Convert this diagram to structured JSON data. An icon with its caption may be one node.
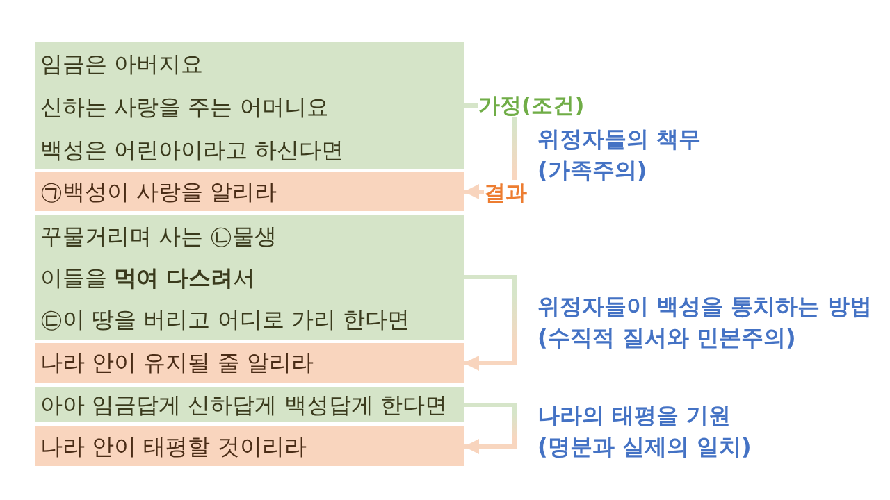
{
  "diagram": {
    "nodes": [
      {
        "text": [
          "임금은 아버지요",
          "신하는 사랑을 주는 어머니요",
          "백성은 어린아이라고 하신다면"
        ]
      },
      {
        "text": [
          "㉠백성이 사랑을 알리라"
        ]
      },
      {
        "text": [
          "꾸물거리며 사는 ㉡물생",
          "이들을 **먹여 다스려**서",
          "㉢이 땅을 버리고 어디로 가리 한다면"
        ]
      },
      {
        "text": [
          "나라 안이 유지될 줄 알리라"
        ]
      },
      {
        "text": [
          "아아 임금답게 신하답게 백성답게 한다면"
        ]
      },
      {
        "text": [
          "나라 안이 태평할 것이리라"
        ]
      }
    ],
    "edges": [
      {
        "from": 0,
        "to": 1,
        "arrow": "to",
        "label": "위정자들의 책무 (가족주의)"
      },
      {
        "from": 2,
        "to": 3,
        "arrow": "to",
        "label": "위정자들이 백성을 통치하는 방법 (수직적 질서와 민본주의)"
      },
      {
        "from": 4,
        "to": 5,
        "arrow": "to",
        "label": "나라의 태평을 기원 (명분과 실제의 일치)"
      }
    ],
    "labels": [
      "가정(조건)",
      "결과"
    ]
  }
}
